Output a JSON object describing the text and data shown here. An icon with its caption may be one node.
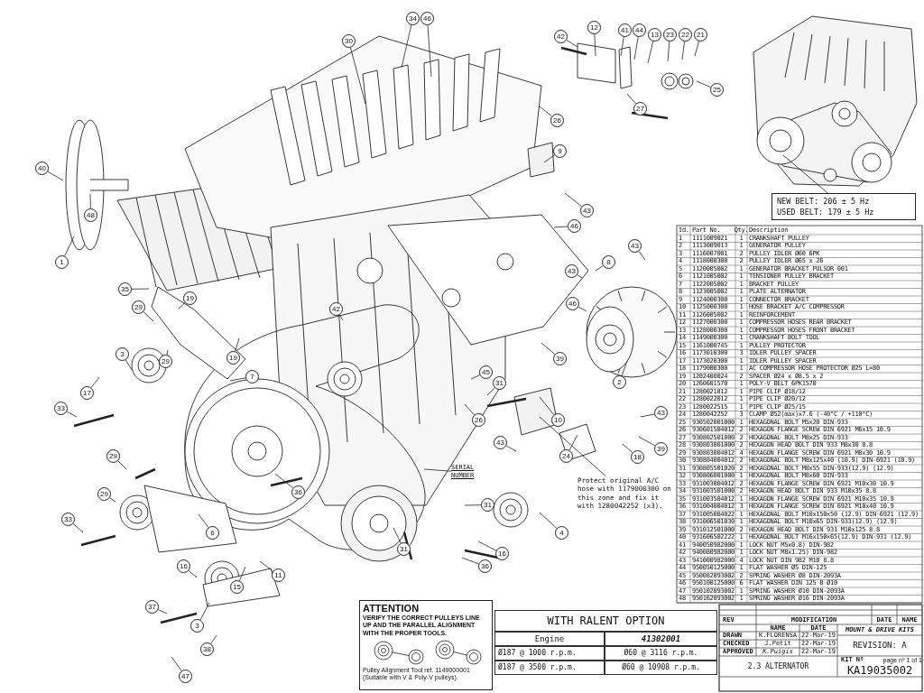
{
  "diagram": {
    "nodes": [
      {
        "text": [
          "34"
        ]
      },
      {
        "text": [
          "46"
        ]
      },
      {
        "text": [
          "30"
        ]
      },
      {
        "text": [
          "42"
        ]
      },
      {
        "text": [
          "12"
        ]
      },
      {
        "text": [
          "41"
        ]
      },
      {
        "text": [
          "44"
        ]
      },
      {
        "text": [
          "13"
        ]
      },
      {
        "text": [
          "23"
        ]
      },
      {
        "text": [
          "22"
        ]
      },
      {
        "text": [
          "21"
        ]
      },
      {
        "text": [
          "25"
        ]
      },
      {
        "text": [
          "27"
        ]
      },
      {
        "text": [
          "26"
        ]
      },
      {
        "text": [
          "9"
        ]
      },
      {
        "text": [
          "40"
        ]
      },
      {
        "text": [
          "48"
        ]
      },
      {
        "text": [
          "43"
        ]
      },
      {
        "text": [
          "46"
        ]
      },
      {
        "text": [
          "43"
        ]
      },
      {
        "text": [
          "1"
        ]
      },
      {
        "text": [
          "8"
        ]
      },
      {
        "text": [
          "43"
        ]
      },
      {
        "text": [
          "35"
        ]
      },
      {
        "text": [
          "19"
        ]
      },
      {
        "text": [
          "46"
        ]
      },
      {
        "text": [
          "29"
        ]
      },
      {
        "text": [
          "42"
        ]
      },
      {
        "text": [
          "3"
        ]
      },
      {
        "text": [
          "19"
        ]
      },
      {
        "text": [
          "29"
        ]
      },
      {
        "text": [
          "7"
        ]
      },
      {
        "text": [
          "39"
        ]
      },
      {
        "text": [
          "45"
        ]
      },
      {
        "text": [
          "31"
        ]
      },
      {
        "text": [
          "2"
        ]
      },
      {
        "text": [
          "17"
        ]
      },
      {
        "text": [
          "33"
        ]
      },
      {
        "text": [
          "43"
        ]
      },
      {
        "text": [
          "26"
        ]
      },
      {
        "text": [
          "10"
        ]
      },
      {
        "text": [
          "39"
        ]
      },
      {
        "text": [
          "43"
        ]
      },
      {
        "text": [
          "24"
        ]
      },
      {
        "text": [
          "18"
        ]
      },
      {
        "text": [
          "29"
        ]
      },
      {
        "text": [
          "SERIAL NUMBER"
        ]
      },
      {
        "text": [
          "Protect original A/C hose with 1179000300 on this zone and fix it with 1280042252 (x3)."
        ]
      },
      {
        "text": [
          "36"
        ]
      },
      {
        "text": [
          "31"
        ]
      },
      {
        "text": [
          "29"
        ]
      },
      {
        "text": [
          "33"
        ]
      },
      {
        "text": [
          "6"
        ]
      },
      {
        "text": [
          "4"
        ]
      },
      {
        "text": [
          "31"
        ]
      },
      {
        "text": [
          "16"
        ]
      },
      {
        "text": [
          "36"
        ]
      },
      {
        "text": [
          "16"
        ]
      },
      {
        "text": [
          "11"
        ]
      },
      {
        "text": [
          "15"
        ]
      },
      {
        "text": [
          "37"
        ]
      },
      {
        "text": [
          "3"
        ]
      },
      {
        "text": [
          "38"
        ]
      },
      {
        "text": [
          "47"
        ]
      },
      {
        "text": [
          "NEW BELT: 206 ± 5 Hz",
          "USED BELT: 179 ± 5 Hz"
        ]
      },
      {
        "text": [
          "ATTENTION",
          "VERIFY THE CORRECT PULLEYS LINE UP AND THE PARALLEL ALIGNMENT WITH THE PROPER TOOLS.",
          "Pulley Alignment Tool ref. 1149000001 (Suitable with V & Poly-V pulleys)."
        ]
      }
    ],
    "edges": [
      {
        "from": 0,
        "to": null,
        "arrow": "none"
      },
      {
        "from": 1,
        "to": null,
        "arrow": "none"
      },
      {
        "from": 2,
        "to": null,
        "arrow": "none"
      },
      {
        "from": 3,
        "to": null,
        "arrow": "none"
      },
      {
        "from": 4,
        "to": null,
        "arrow": "none"
      },
      {
        "from": 5,
        "to": null,
        "arrow": "none"
      },
      {
        "from": 6,
        "to": null,
        "arrow": "none"
      },
      {
        "from": 7,
        "to": null,
        "arrow": "none"
      },
      {
        "from": 8,
        "to": null,
        "arrow": "none"
      },
      {
        "from": 9,
        "to": null,
        "arrow": "none"
      },
      {
        "from": 10,
        "to": null,
        "arrow": "none"
      },
      {
        "from": 11,
        "to": null,
        "arrow": "none"
      },
      {
        "from": 12,
        "to": null,
        "arrow": "none"
      },
      {
        "from": 13,
        "to": null,
        "arrow": "none"
      },
      {
        "from": 14,
        "to": null,
        "arrow": "none"
      },
      {
        "from": 15,
        "to": null,
        "arrow": "none"
      },
      {
        "from": 16,
        "to": null,
        "arrow": "none"
      },
      {
        "from": 17,
        "to": null,
        "arrow": "none"
      },
      {
        "from": 18,
        "to": null,
        "arrow": "none"
      },
      {
        "from": 19,
        "to": null,
        "arrow": "none"
      },
      {
        "from": 20,
        "to": null,
        "arrow": "none"
      },
      {
        "from": 21,
        "to": null,
        "arrow": "none"
      },
      {
        "from": 22,
        "to": null,
        "arrow": "none"
      },
      {
        "from": 23,
        "to": null,
        "arrow": "none"
      },
      {
        "from": 24,
        "to": null,
        "arrow": "none"
      },
      {
        "from": 25,
        "to": null,
        "arrow": "none"
      },
      {
        "from": 26,
        "to": null,
        "arrow": "none"
      },
      {
        "from": 27,
        "to": null,
        "arrow": "none"
      },
      {
        "from": 28,
        "to": null,
        "arrow": "none"
      },
      {
        "from": 29,
        "to": null,
        "arrow": "none"
      },
      {
        "from": 30,
        "to": null,
        "arrow": "none"
      },
      {
        "from": 31,
        "to": null,
        "arrow": "none"
      },
      {
        "from": 32,
        "to": null,
        "arrow": "none"
      },
      {
        "from": 33,
        "to": null,
        "arrow": "none"
      },
      {
        "from": 34,
        "to": null,
        "arrow": "none"
      },
      {
        "from": 35,
        "to": null,
        "arrow": "none"
      },
      {
        "from": 36,
        "to": null,
        "arrow": "none"
      },
      {
        "from": 37,
        "to": null,
        "arrow": "none"
      },
      {
        "from": 38,
        "to": null,
        "arrow": "none"
      },
      {
        "from": 39,
        "to": null,
        "arrow": "none"
      },
      {
        "from": 40,
        "to": null,
        "arrow": "none"
      },
      {
        "from": 41,
        "to": null,
        "arrow": "none"
      },
      {
        "from": 42,
        "to": null,
        "arrow": "none"
      },
      {
        "from": 43,
        "to": null,
        "arrow": "none"
      },
      {
        "from": 44,
        "to": null,
        "arrow": "none"
      },
      {
        "from": 45,
        "to": null,
        "arrow": "none"
      },
      {
        "from": 46,
        "to": null,
        "arrow": "none"
      },
      {
        "from": 47,
        "to": null,
        "arrow": "none"
      },
      {
        "from": 48,
        "to": null,
        "arrow": "none"
      },
      {
        "from": 49,
        "to": null,
        "arrow": "none"
      },
      {
        "from": 50,
        "to": null,
        "arrow": "none"
      },
      {
        "from": 51,
        "to": null,
        "arrow": "none"
      },
      {
        "from": 52,
        "to": null,
        "arrow": "none"
      },
      {
        "from": 53,
        "to": null,
        "arrow": "none"
      },
      {
        "from": 54,
        "to": null,
        "arrow": "none"
      },
      {
        "from": 55,
        "to": null,
        "arrow": "none"
      },
      {
        "from": 56,
        "to": null,
        "arrow": "none"
      },
      {
        "from": 57,
        "to": null,
        "arrow": "none"
      },
      {
        "from": 58,
        "to": null,
        "arrow": "none"
      },
      {
        "from": 59,
        "to": null,
        "arrow": "none"
      },
      {
        "from": 60,
        "to": null,
        "arrow": "none"
      },
      {
        "from": 61,
        "to": null,
        "arrow": "none"
      },
      {
        "from": 62,
        "to": null,
        "arrow": "none"
      },
      {
        "from": 63,
        "to": null,
        "arrow": "none"
      },
      {
        "from": 64,
        "to": null,
        "arrow": "none"
      }
    ],
    "labels": [
      "WITH RALENT OPTION",
      "Engine",
      "41302001",
      "Ø187 @ 1000 r.p.m.",
      "Ø60 @ 3116 r.p.m.",
      "Ø187 @ 3500 r.p.m.",
      "Ø60 @ 10908 r.p.m.",
      "REV",
      "MODIFICATION",
      "DATE",
      "NAME",
      "NAME",
      "DATE",
      "MOUNT & DRIVE KITS",
      "DRAWN",
      "K.FLORENSA",
      "22-Mar-19",
      "CHECKED",
      "J.Petit",
      "22-Mar-19",
      "APPROVED",
      "K.Puigis",
      "22-Mar-19",
      "REVISION: A",
      "2.3 ALTERNATOR",
      "KIT Nº",
      "page nº 1 of 1",
      "KA19035002",
      "Id.",
      "Part No.",
      "Qty.",
      "Description",
      "1",
      "1111009021",
      "1",
      "CRANKSHAFT PULLEY",
      "2",
      "1113009013",
      "1",
      "GENERATOR PULLEY",
      "3",
      "1116007001",
      "2",
      "PULLEY IDLER Ø60 6PK",
      "4",
      "1118000300",
      "2",
      "PULLEY IDLER Ø65 x 26",
      "5",
      "1120005002",
      "1",
      "GENERATOR BRACKET PULSOR 001",
      "6",
      "1121005002",
      "1",
      "TENSIONER PULLEY BRACKET",
      "7",
      "1122005002",
      "1",
      "BRACKET PULLEY",
      "8",
      "1123005002",
      "1",
      "PLATE ALTERNATOR",
      "9",
      "1124000300",
      "1",
      "CONNECTOR BRACKET",
      "10",
      "1125000300",
      "1",
      "HOSE BRACKET A/C COMPRESSOR",
      "11",
      "1126005002",
      "1",
      "REINFORCEMENT",
      "12",
      "1127000300",
      "1",
      "COMPRESSOR HOSES REAR BRACKET",
      "13",
      "1128000300",
      "1",
      "COMPRESSOR HOSES FRONT BRACKET",
      "14",
      "1149000300",
      "1",
      "CRANKSHAFT BOLT TOOL",
      "15",
      "1161000745",
      "1",
      "PULLEY PROTECTOR",
      "16",
      "1173010300",
      "3",
      "IDLER PULLEY SPACER",
      "17",
      "1173020300",
      "1",
      "IDLER PULLEY SPACER",
      "18",
      "1179000300",
      "1",
      "AC COMPRESSOR HOSE PROTECTOR Ø25 L=80",
      "19",
      "1202408024",
      "2",
      "SPACER Ø24 x Ø8.5 x 2",
      "20",
      "1260601570",
      "1",
      "POLY-V BELT 6PK1570",
      "21",
      "1280021812",
      "1",
      "PIPE CLIP Ø18/12",
      "22",
      "1280022012",
      "1",
      "PIPE CLIP Ø20/12",
      "23",
      "1280022515",
      "1",
      "PIPE CLIP Ø25/15",
      "24",
      "1280042252",
      "3",
      "CLAMP Ø52(max)x7.6 (-40°C / +110°C)",
      "25",
      "930502001000",
      "1",
      "HEXAGONAL BOLT M5x20 DIN-933",
      "26",
      "930601504012",
      "2",
      "HEXAGON FLANGE SCREW DIN 6921 M6x15 10.9",
      "27",
      "930802501000",
      "2",
      "HEXAGONAL BOLT M8x25 DIN-933",
      "28",
      "930803001000",
      "2",
      "HEXAGON HEAD BOLT DIN 933 M8x30 8.8",
      "29",
      "930803004012",
      "4",
      "HEXAGON FLANGE SCREW DIN 6921 M8x30 10.9",
      "30",
      "930804004012",
      "2",
      "HEXAGONAL BOLT M8x125x40 (10.9) DIN-6921 (10.9)",
      "31",
      "930805501020",
      "2",
      "HEXAGONAL BOLT M8x55 DIN-933(12.9) (12.9)",
      "32",
      "930806001000",
      "1",
      "HEXAGONAL BOLT M8x60 DIN-933",
      "33",
      "931003004012",
      "2",
      "HEXAGON FLANGE SCREW DIN 6921 M10x30 10.9",
      "34",
      "931003501000",
      "2",
      "HEXAGON HEAD BOLT DIN 933 M10x35 8.8",
      "35",
      "931003504012",
      "1",
      "HEXAGON FLANGE SCREW DIN 6921 M10x35 10.9",
      "36",
      "931004004012",
      "3",
      "HEXAGON FLANGE SCREW DIN 6921 M10x40 10.9",
      "37",
      "931005004022",
      "1",
      "HEXAGONAL BOLT M10x150x50 (12.9) DIN-6921 (12.9)",
      "38",
      "931006501030",
      "1",
      "HEXAGONAL BOLT M10x65 DIN-933(12.9) (12.9)",
      "39",
      "931012501000",
      "2",
      "HEXAGON HEAD BOLT DIN 931 M10x125 8.8",
      "40",
      "931606502222",
      "1",
      "HEXAGONAL BOLT M16x150x65(12.9) DIN-931 (12.9)",
      "41",
      "940050982000",
      "1",
      "LOCK NUT M5x0.8) DIN-982",
      "42",
      "940080982000",
      "1",
      "LOCK NUT M8x1.25) DIN-982",
      "43",
      "941000982000",
      "4",
      "LOCK NUT DIN 982 M10 8.8",
      "44",
      "950050125000",
      "1",
      "FLAT WASHER Ø5 DIN-125",
      "45",
      "950082093002",
      "2",
      "SPRING WASHER Ø8 DIN-2093A",
      "46",
      "950100125000",
      "6",
      "FLAT WASHER DIN 125 B Ø10",
      "47",
      "950102093002",
      "1",
      "SPRING WASHER Ø10 DIN-2093A",
      "48",
      "950162093002",
      "1",
      "SPRING WASHER Ø16 DIN-2093A"
    ]
  }
}
